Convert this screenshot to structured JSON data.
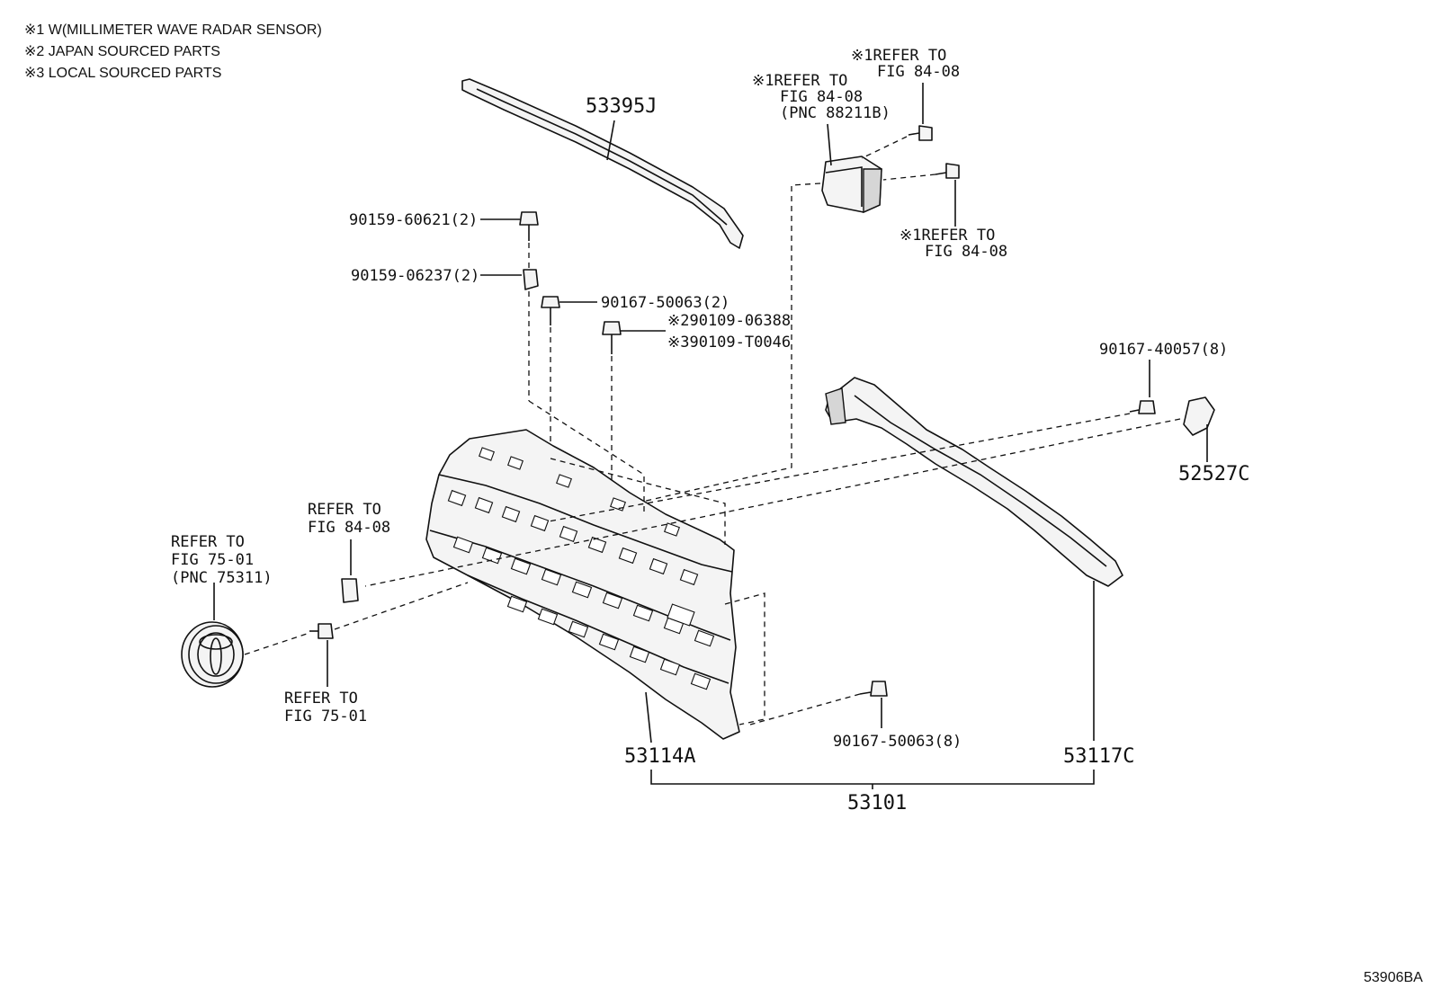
{
  "notes": [
    "※1 W(MILLIMETER WAVE RADAR SENSOR)",
    "※2 JAPAN SOURCED PARTS",
    "※3 LOCAL SOURCED PARTS"
  ],
  "labels": {
    "molding": "53395J",
    "radar_ref_a": [
      "※1REFER TO",
      "FIG 84-08",
      "(PNC 88211B)"
    ],
    "radar_ref_b": [
      "※1REFER TO",
      "FIG 84-08"
    ],
    "radar_ref_c": [
      "※1REFER TO",
      "FIG 84-08"
    ],
    "bolt_top": "90159-60621(2)",
    "clip_top": "90159-06237(2)",
    "screw_top": "90167-50063(2)",
    "screw_jp": "※290109-06388",
    "screw_local": "※390109-T0046",
    "screw_right": "90167-40057(8)",
    "bracket": "52527C",
    "ref_84_08": [
      "REFER TO",
      "FIG 84-08"
    ],
    "emblem_ref": [
      "REFER TO",
      "FIG 75-01",
      "(PNC 75311)"
    ],
    "emblem_nut_ref": [
      "REFER TO",
      "FIG 75-01"
    ],
    "screw_bottom": "90167-50063(8)",
    "grille": "53114A",
    "retainer": "53117C",
    "assembly": "53101",
    "figure_code": "53906BA"
  }
}
